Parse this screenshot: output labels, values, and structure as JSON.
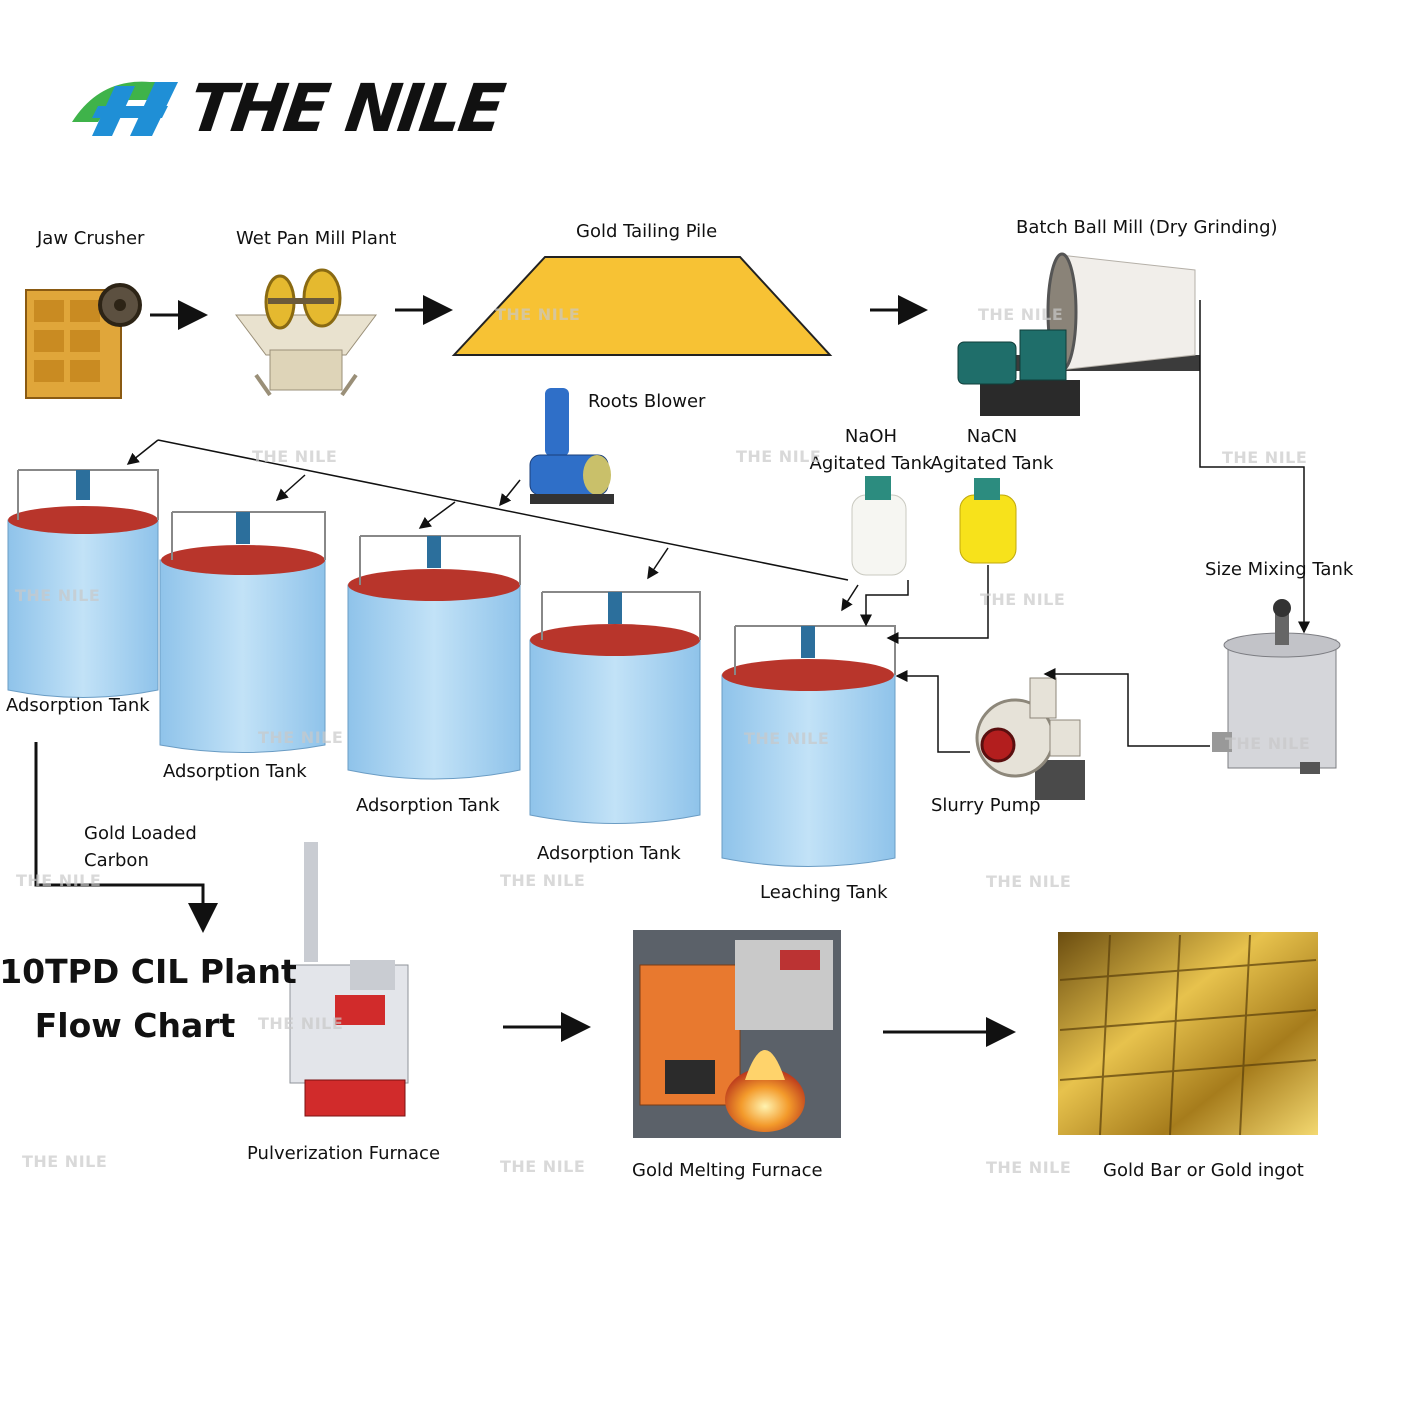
{
  "brand": {
    "name": "THE NILE"
  },
  "title": {
    "line1": "10TPD CIL Plant",
    "line2": "Flow Chart"
  },
  "labels": {
    "jaw_crusher": "Jaw Crusher",
    "wet_pan_mill": "Wet Pan Mill Plant",
    "gold_tailing_pile": "Gold Tailing Pile",
    "batch_ball_mill": "Batch Ball Mill (Dry Grinding)",
    "roots_blower": "Roots Blower",
    "naoh_line1": "NaOH",
    "naoh_line2": "Agitated Tank",
    "nacn_line1": "NaCN",
    "nacn_line2": "Agitated Tank",
    "size_mixing_tank": "Size Mixing Tank",
    "slurry_pump": "Slurry Pump",
    "adsorption_tank_1": "Adsorption Tank",
    "adsorption_tank_2": "Adsorption Tank",
    "adsorption_tank_3": "Adsorption Tank",
    "adsorption_tank_4": "Adsorption Tank",
    "leaching_tank": "Leaching Tank",
    "gold_loaded_line1": "Gold Loaded",
    "gold_loaded_line2": "Carbon",
    "pulverization_furnace": "Pulverization Furnace",
    "gold_melting_furnace": "Gold Melting Furnace",
    "gold_bar": "Gold Bar or Gold ingot"
  },
  "watermark": "THE NILE",
  "colors": {
    "tank_blue": "#a9d3f0",
    "tank_rim_red": "#b8352b",
    "pile_yellow": "#f7c234",
    "logo_blue": "#1f8fd6",
    "logo_green": "#3fb34a",
    "gold": "#c9a02a"
  }
}
